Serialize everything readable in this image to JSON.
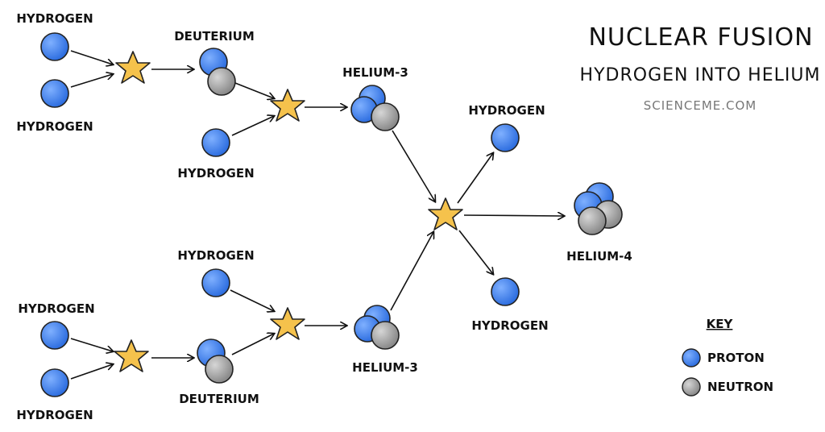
{
  "title": "NUCLEAR FUSION",
  "subtitle": "HYDROGEN INTO HELIUM",
  "site": "SCIENCEME.COM",
  "labels": {
    "h1": "HYDROGEN",
    "h2": "HYDROGEN",
    "h3": "HYDROGEN",
    "h4": "HYDROGEN",
    "h5": "HYDROGEN",
    "h6": "HYDROGEN",
    "h7": "HYDROGEN",
    "h8": "HYDROGEN",
    "d1": "DEUTERIUM",
    "d2": "DEUTERIUM",
    "he3a": "HELIUM-3",
    "he3b": "HELIUM-3",
    "he4": "HELIUM-4"
  },
  "key": {
    "title": "KEY",
    "proton": "PROTON",
    "neutron": "NEUTRON"
  },
  "colors": {
    "proton": "#3d7ee6",
    "neutron": "#9a9a9a",
    "star": "#f5c24c"
  }
}
